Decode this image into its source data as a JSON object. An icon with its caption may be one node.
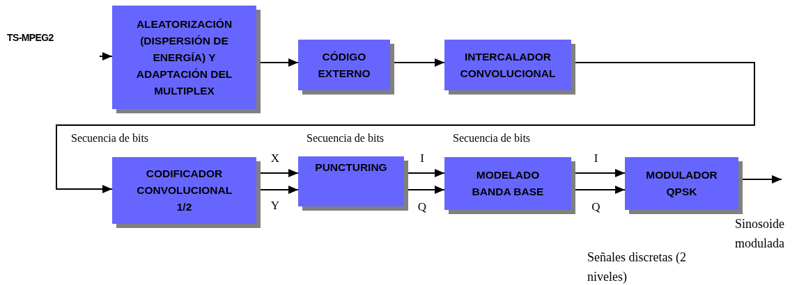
{
  "diagram": {
    "nodes": [
      {
        "text": [
          "ALEATORIZACIÓN (DISPERSIÓN DE ENERGÍA) Y ADAPTACIÓN DEL MULTIPLEX"
        ]
      },
      {
        "text": [
          "CÓDIGO EXTERNO"
        ]
      },
      {
        "text": [
          "INTERCALADOR CONVOLUCIONAL"
        ]
      },
      {
        "text": [
          "CODIFICADOR CONVOLUCIONAL 1/2"
        ]
      },
      {
        "text": [
          "PUNCTURING"
        ]
      },
      {
        "text": [
          "MODELADO BANDA BASE"
        ]
      },
      {
        "text": [
          "MODULADOR QPSK"
        ]
      }
    ],
    "edges": [
      {
        "from": null,
        "to": 0,
        "arrow": "to"
      },
      {
        "from": 0,
        "to": 1,
        "arrow": "to"
      },
      {
        "from": 1,
        "to": 2,
        "arrow": "to"
      },
      {
        "from": 2,
        "to": 3,
        "arrow": "to"
      },
      {
        "from": 3,
        "to": 4,
        "arrow": "to",
        "label": "X"
      },
      {
        "from": 3,
        "to": 4,
        "arrow": "to",
        "label": "Y"
      },
      {
        "from": 4,
        "to": 5,
        "arrow": "to",
        "label": "I"
      },
      {
        "from": 4,
        "to": 5,
        "arrow": "to",
        "label": "Q"
      },
      {
        "from": 5,
        "to": 6,
        "arrow": "to",
        "label": "I"
      },
      {
        "from": 5,
        "to": 6,
        "arrow": "to",
        "label": "Q"
      },
      {
        "from": 6,
        "to": null,
        "arrow": "to"
      }
    ],
    "labels": [
      "TS-MPEG2",
      "Secuencia de bits",
      "Secuencia de bits",
      "Secuencia de bits",
      "Sinosoide modulada",
      "Señales discretas (2 niveles)"
    ]
  }
}
